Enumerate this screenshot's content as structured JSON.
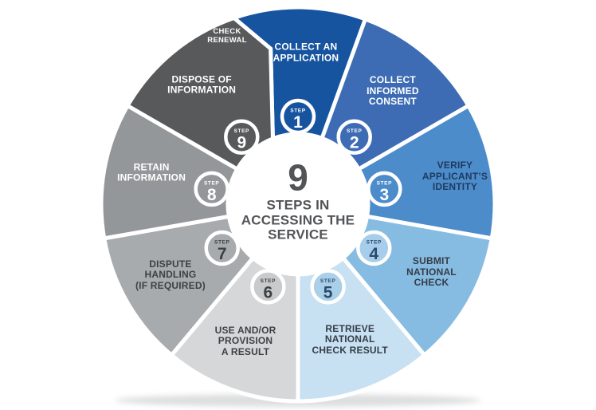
{
  "center": {
    "number": "9",
    "caption": "STEPS IN\nACCESSING THE\nSERVICE",
    "text_color": "#525457"
  },
  "renewal": {
    "label": "CHECK\nRENEWAL",
    "text_color": "#FFFFFF"
  },
  "colors": {
    "background": "#FFFFFF",
    "divider": "#FFFFFF",
    "shadow": "#b4b6b8"
  },
  "steps": [
    {
      "step_word": "STEP",
      "num": "1",
      "label": "COLLECT AN\nAPPLICATION",
      "segment_color": "#17549F",
      "circle_color": "#17549F",
      "label_color": "#FFFFFF",
      "circle_text_color": "#FFFFFF"
    },
    {
      "step_word": "STEP",
      "num": "2",
      "label": "COLLECT\nINFORMED\nCONSENT",
      "segment_color": "#3D6CB4",
      "circle_color": "#3D6CB4",
      "label_color": "#FFFFFF",
      "circle_text_color": "#FFFFFF"
    },
    {
      "step_word": "STEP",
      "num": "3",
      "label": "VERIFY\nAPPLICANT’S\nIDENTITY",
      "segment_color": "#4C8CCA",
      "circle_color": "#4C8CCA",
      "label_color": "#1F3A5F",
      "circle_text_color": "#FFFFFF"
    },
    {
      "step_word": "STEP",
      "num": "4",
      "label": "SUBMIT\nNATIONAL\nCHECK",
      "segment_color": "#87BCE2",
      "circle_color": "#A6CDE9",
      "label_color": "#353C46",
      "circle_text_color": "#2C4A6E"
    },
    {
      "step_word": "STEP",
      "num": "5",
      "label": "RETRIEVE\nNATIONAL\nCHECK RESULT",
      "segment_color": "#C7E1F2",
      "circle_color": "#A9CFE9",
      "label_color": "#353C46",
      "circle_text_color": "#2C4A6E"
    },
    {
      "step_word": "STEP",
      "num": "6",
      "label": "USE AND/OR\nPROVISION\nA RESULT",
      "segment_color": "#D5D7D9",
      "circle_color": "#C8CACC",
      "label_color": "#3E4144",
      "circle_text_color": "#3E4144"
    },
    {
      "step_word": "STEP",
      "num": "7",
      "label": "DISPUTE\nHANDLING\n(IF REQUIRED)",
      "segment_color": "#A8ABAE",
      "circle_color": "#A8ABAE",
      "label_color": "#3E4144",
      "circle_text_color": "#3E4144"
    },
    {
      "step_word": "STEP",
      "num": "8",
      "label": "RETAIN\nINFORMATION",
      "segment_color": "#94979A",
      "circle_color": "#94979A",
      "label_color": "#FFFFFF",
      "circle_text_color": "#FFFFFF"
    },
    {
      "step_word": "STEP",
      "num": "9",
      "label": "DISPOSE OF\nINFORMATION",
      "segment_color": "#57595B",
      "circle_color": "#57595B",
      "label_color": "#FFFFFF",
      "circle_text_color": "#FFFFFF"
    }
  ]
}
